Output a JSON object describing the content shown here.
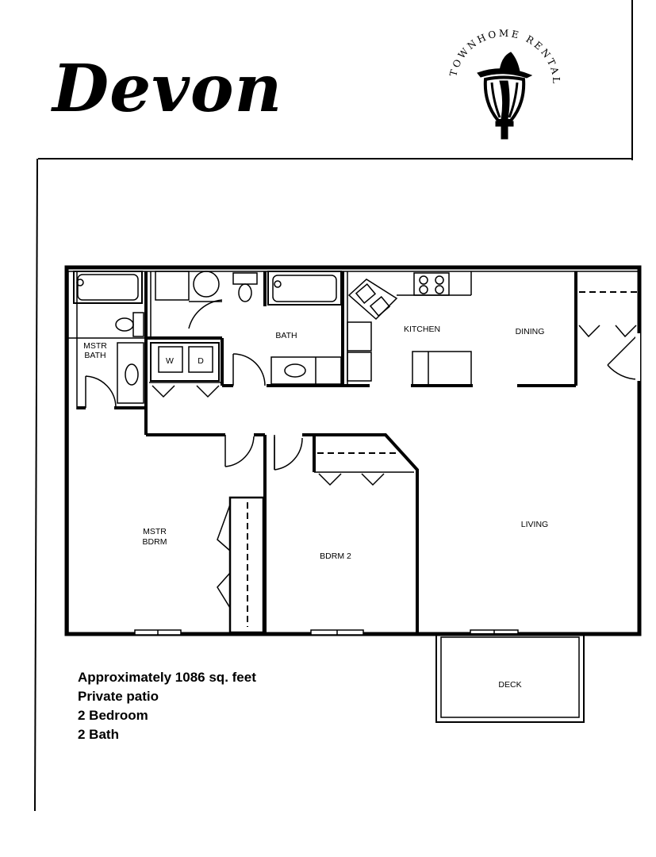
{
  "title": "Devon",
  "logo": {
    "text": "TOWNHOME RENTAL",
    "icon": "lantern-icon"
  },
  "rooms": {
    "mstr_bath": [
      "MSTR",
      "BATH"
    ],
    "bath": "BATH",
    "washer": "W",
    "dryer": "D",
    "kitchen": "KITCHEN",
    "dining": "DINING",
    "mstr_bdrm": [
      "MSTR",
      "BDRM"
    ],
    "bdrm2": "BDRM 2",
    "living": "LIVING",
    "deck": "DECK"
  },
  "features": [
    "Approximately 1086 sq. feet",
    "Private patio",
    "2 Bedroom",
    "2 Bath"
  ]
}
